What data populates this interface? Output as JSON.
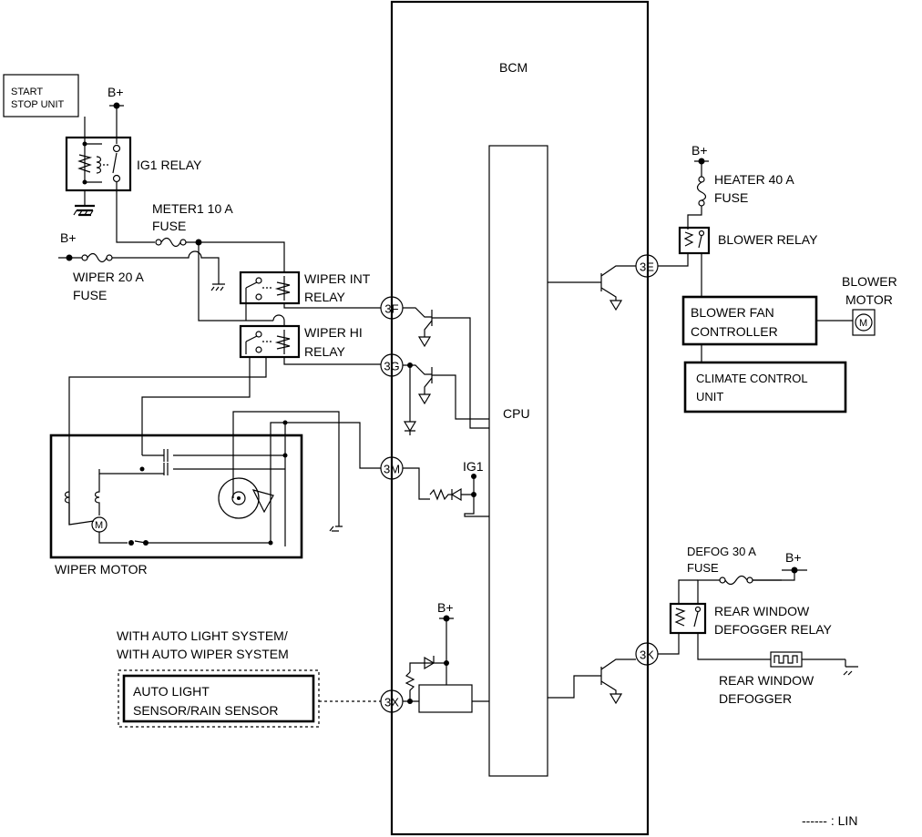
{
  "labels": {
    "bcm": "BCM",
    "cpu": "CPU",
    "start_stop_unit_line1": "START",
    "start_stop_unit_line2": "STOP UNIT",
    "b_plus": "B+",
    "ig1_relay": "IG1 RELAY",
    "meter1_fuse_line1": "METER1 10 A",
    "meter1_fuse_line2": "FUSE",
    "wiper_fuse_line1": "WIPER 20 A",
    "wiper_fuse_line2": "FUSE",
    "wiper_int_relay_line1": "WIPER INT",
    "wiper_int_relay_line2": "RELAY",
    "wiper_hi_relay_line1": "WIPER HI",
    "wiper_hi_relay_line2": "RELAY",
    "wiper_motor": "WIPER MOTOR",
    "ig1": "IG1",
    "heater_fuse_line1": "HEATER 40 A",
    "heater_fuse_line2": "FUSE",
    "blower_relay": "BLOWER RELAY",
    "blower_motor_line1": "BLOWER",
    "blower_motor_line2": "MOTOR",
    "blower_fan_controller_line1": "BLOWER FAN",
    "blower_fan_controller_line2": "CONTROLLER",
    "climate_control_unit_line1": "CLIMATE CONTROL",
    "climate_control_unit_line2": "UNIT",
    "defog_fuse_line1": "DEFOG 30 A",
    "defog_fuse_line2": "FUSE",
    "rear_window_defogger_relay_line1": "REAR WINDOW",
    "rear_window_defogger_relay_line2": "DEFOGGER RELAY",
    "rear_window_defogger_line1": "REAR WINDOW",
    "rear_window_defogger_line2": "DEFOGGER",
    "auto_light_system_line1": "WITH AUTO LIGHT SYSTEM/",
    "auto_light_system_line2": "WITH AUTO WIPER SYSTEM",
    "auto_light_sensor_line1": "AUTO LIGHT",
    "auto_light_sensor_line2": "SENSOR/RAIN SENSOR",
    "legend_lin": "------ : LIN"
  },
  "connectors": {
    "c3f": "3F",
    "c3g": "3G",
    "c3m": "3M",
    "c3x": "3X",
    "c3e": "3E",
    "c3k": "3K"
  }
}
